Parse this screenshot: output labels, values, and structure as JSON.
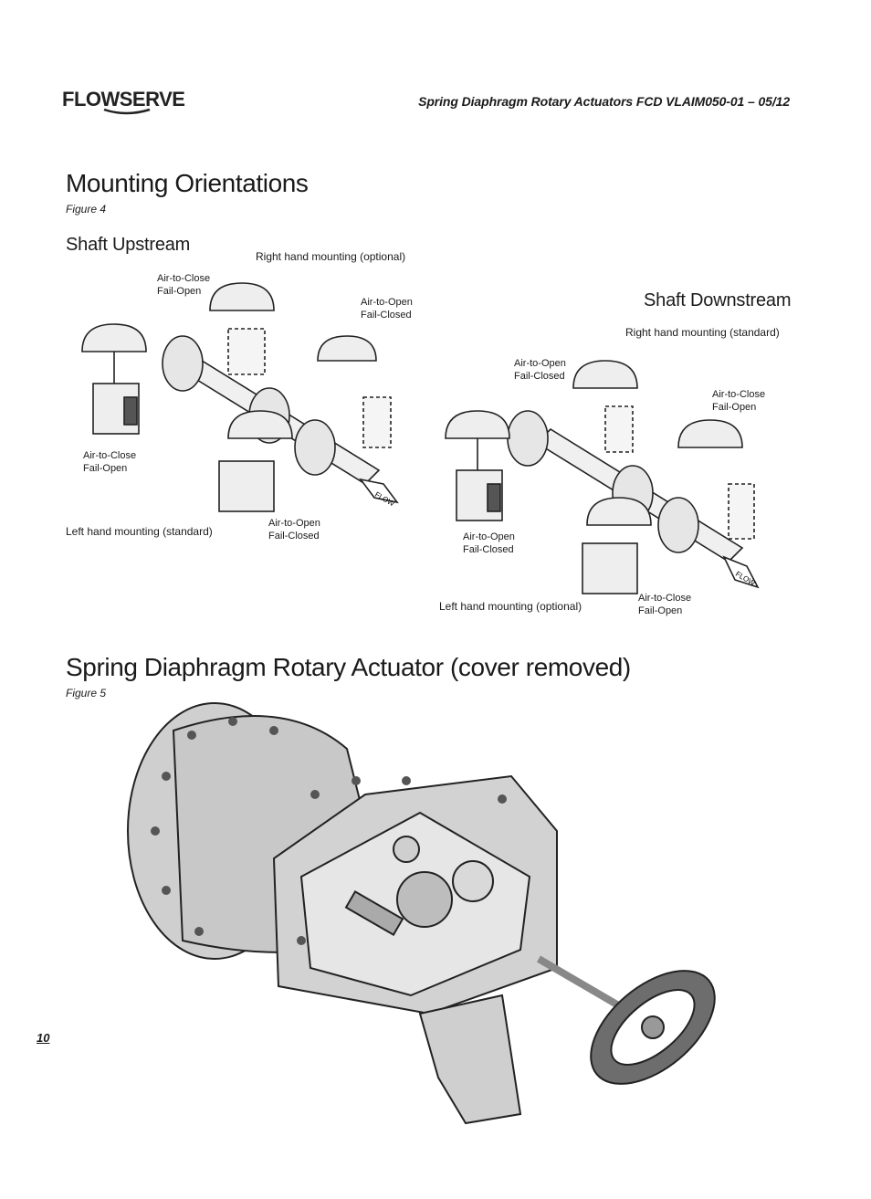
{
  "header": {
    "logo_text": "FLOWSERVE",
    "document_title": "Spring Diaphragm Rotary Actuators FCD VLAIM050-01 – 05/12"
  },
  "section1": {
    "title": "Mounting Orientations",
    "figure": "Figure 4",
    "upstream": {
      "title": "Shaft Upstream",
      "labels": {
        "right_hand": "Right hand mounting (optional)",
        "top_left": "Air-to-Close\nFail-Open",
        "top_right": "Air-to-Open\nFail-Closed",
        "bottom_left": "Air-to-Close\nFail-Open",
        "left_hand": "Left hand mounting (standard)",
        "bottom_right": "Air-to-Open\nFail-Closed"
      },
      "flow_label": "FLOW"
    },
    "downstream": {
      "title": "Shaft Downstream",
      "labels": {
        "right_hand": "Right hand mounting (standard)",
        "top_left": "Air-to-Open\nFail-Closed",
        "top_right": "Air-to-Close\nFail-Open",
        "bottom_left": "Air-to-Open\nFail-Closed",
        "left_hand": "Left hand mounting (optional)",
        "bottom_right": "Air-to-Close\nFail-Open"
      },
      "flow_label": "FLOW"
    }
  },
  "section2": {
    "title": "Spring Diaphragm Rotary Actuator (cover removed)",
    "figure": "Figure 5"
  },
  "footer": {
    "page_number": "10"
  }
}
